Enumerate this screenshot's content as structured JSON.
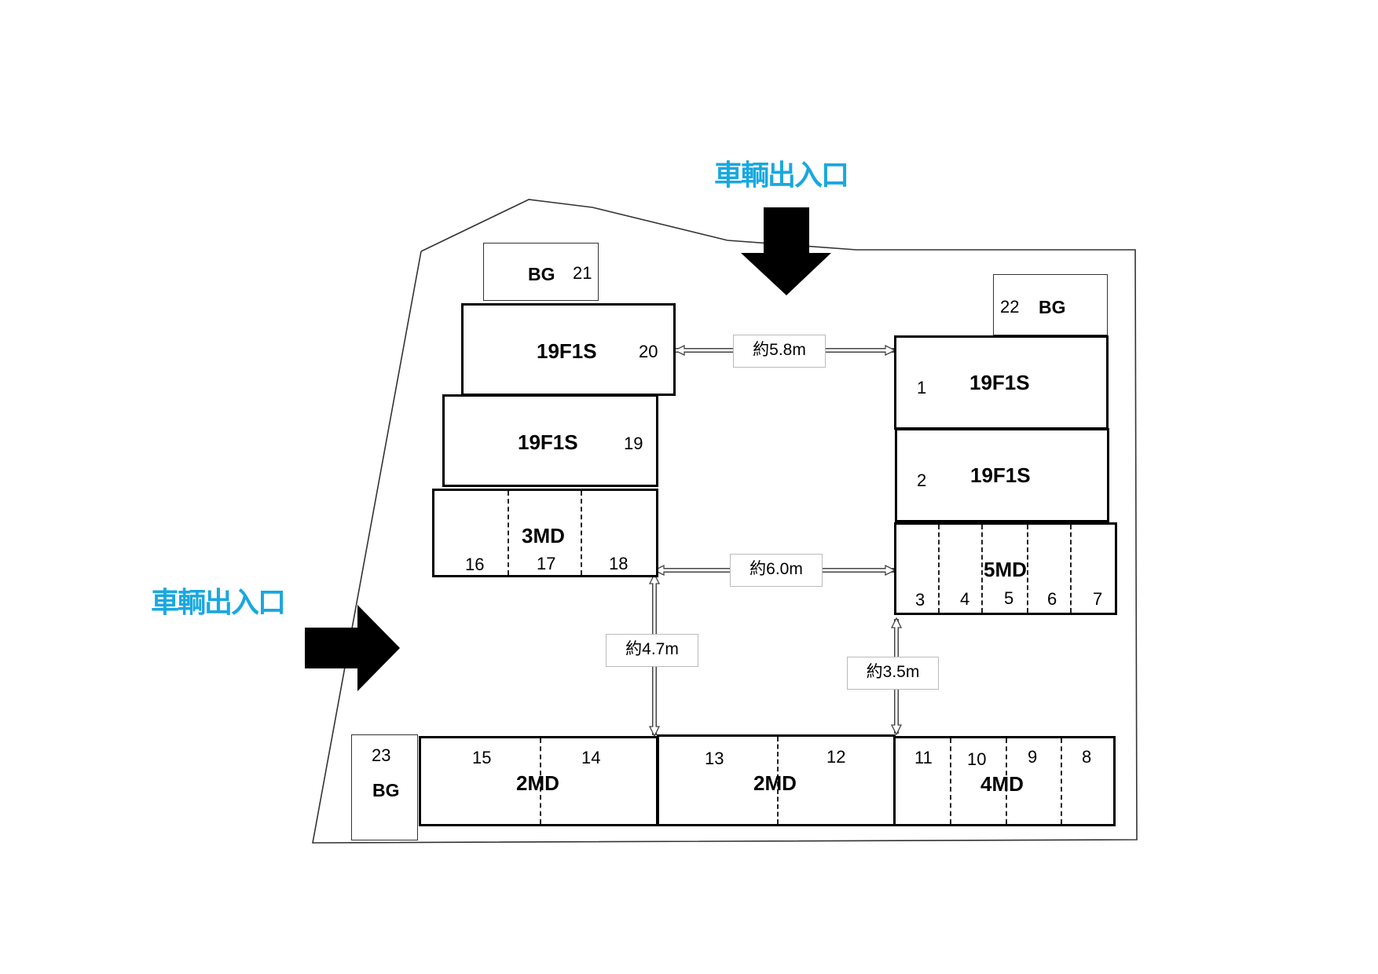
{
  "entrances": {
    "top": "車輌出入口",
    "left": "車輌出入口"
  },
  "bg_boxes": {
    "b21": {
      "label": "BG",
      "num": "21"
    },
    "b22": {
      "label": "BG",
      "num": "22"
    },
    "b23": {
      "label": "BG",
      "num": "23"
    }
  },
  "left_stack": {
    "r20": {
      "label": "19F1S",
      "num": "20"
    },
    "r19": {
      "label": "19F1S",
      "num": "19"
    },
    "md3": {
      "label": "3MD",
      "nums": [
        "16",
        "17",
        "18"
      ]
    }
  },
  "right_stack": {
    "r1": {
      "label": "19F1S",
      "num": "1"
    },
    "r2": {
      "label": "19F1S",
      "num": "2"
    },
    "md5": {
      "label": "5MD",
      "nums": [
        "3",
        "4",
        "5",
        "6",
        "7"
      ]
    }
  },
  "bottom_row": {
    "md2a": {
      "label": "2MD",
      "nums": [
        "15",
        "14"
      ]
    },
    "md2b": {
      "label": "2MD",
      "nums": [
        "13",
        "12"
      ]
    },
    "md4": {
      "label": "4MD",
      "nums": [
        "11",
        "10",
        "9",
        "8"
      ]
    }
  },
  "measurements": {
    "top_gap": "約5.8m",
    "middle_gap": "約6.0m",
    "left_vertical": "約4.7m",
    "right_vertical": "約3.5m"
  },
  "colors": {
    "entrance_text": "#19a8df",
    "arrow_fill": "#000000"
  }
}
